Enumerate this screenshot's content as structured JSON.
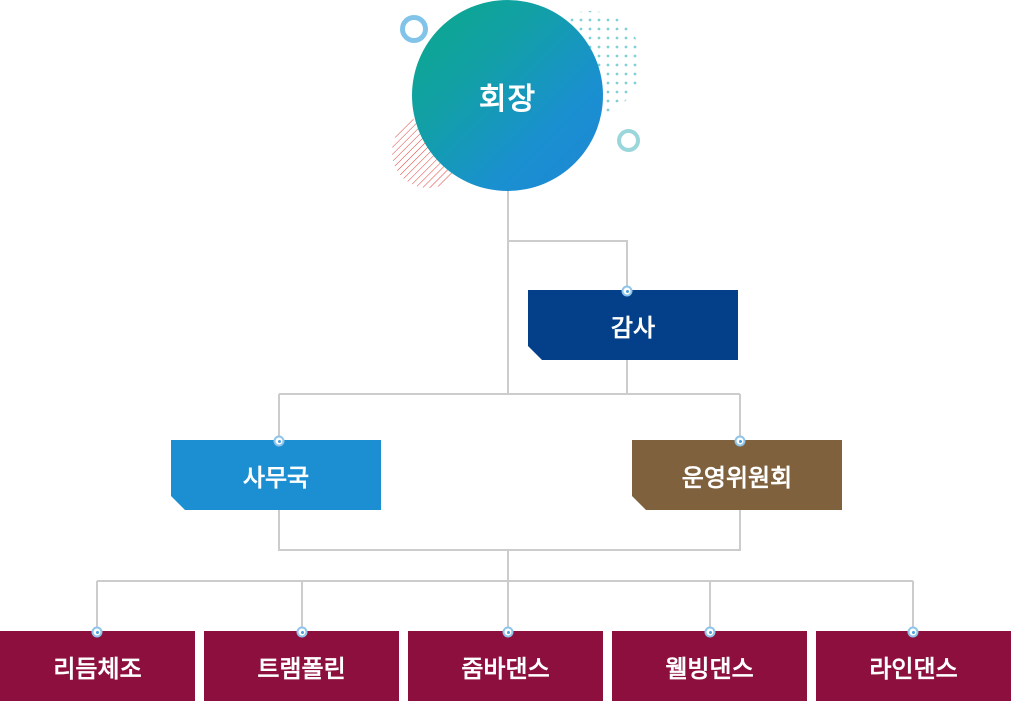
{
  "chart": {
    "chairman": "회장",
    "auditor": "감사",
    "secretariat": "사무국",
    "committee": "운영위원회",
    "divisions": [
      "리듬체조",
      "트램폴린",
      "줌바댄스",
      "웰빙댄스",
      "라인댄스"
    ]
  },
  "colors": {
    "auditor": "#034089",
    "secretariat": "#1b8fd2",
    "committee": "#7f613d",
    "division": "#8d0f3e",
    "connector": "#cccccc"
  }
}
